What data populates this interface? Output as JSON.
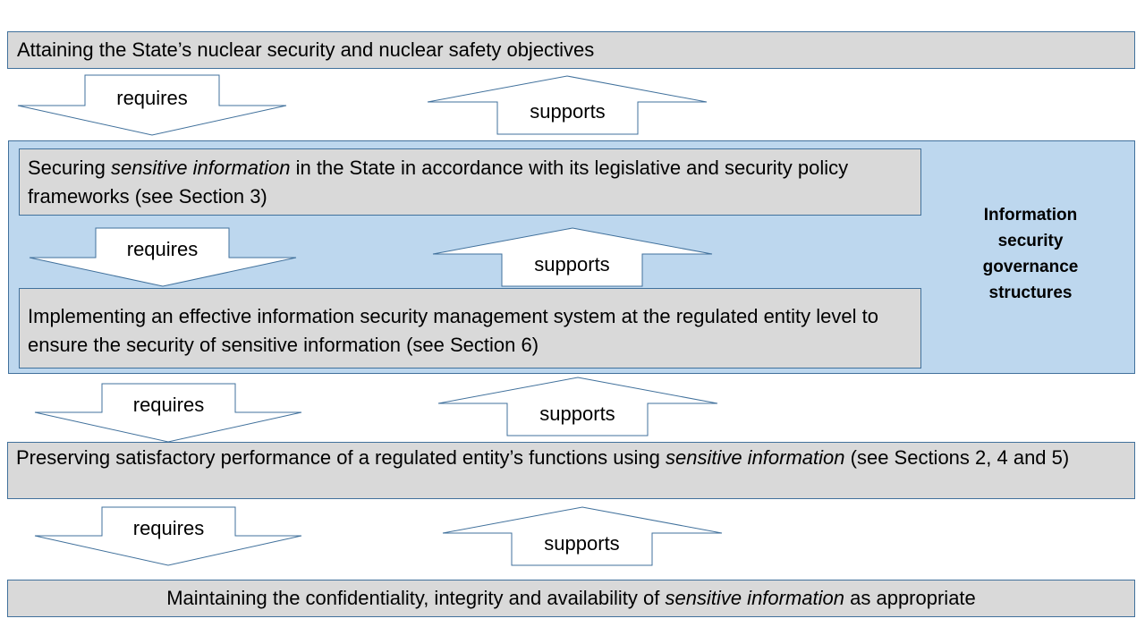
{
  "level1": {
    "text": "Attaining the State’s nuclear security and nuclear safety objectives"
  },
  "level2": {
    "pre": "Securing ",
    "em": "sensitive information",
    "post": " in the State in accordance with its legislative and security policy frameworks (see Section 3)"
  },
  "level3": {
    "text": "Implementing an effective information security management system at the regulated entity level to ensure the security of sensitive information (see Section 6)"
  },
  "level4": {
    "pre": "Preserving satisfactory performance of a regulated entity’s functions using ",
    "em": "sensitive information",
    "post": " (see Sections 2, 4 and 5)"
  },
  "level5": {
    "pre": "Maintaining the confidentiality, integrity and availability of ",
    "em": "sensitive information",
    "post": " as appropriate"
  },
  "governance": {
    "label": "Information security governance structures"
  },
  "arrows": {
    "requires_label": "requires",
    "supports_label": "supports"
  }
}
